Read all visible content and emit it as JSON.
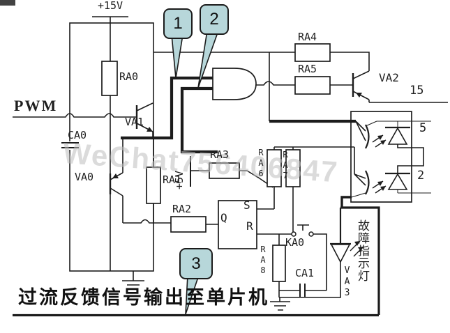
{
  "labels": {
    "v15": "+15V",
    "pwm": "PWM",
    "ra0": "RA0",
    "va1": "VA1",
    "ca0": "CA0",
    "va0": "VA0",
    "ra1": "RA1",
    "v5": "+5V",
    "ra2": "RA2",
    "ra3": "RA3",
    "ra4": "RA4",
    "ra5": "RA5",
    "va2": "VA2",
    "ra6": "RA6",
    "ra7": "RA7",
    "ra8": "RA8",
    "ka0": "KA0",
    "ca1": "CA1",
    "va3": "VA3",
    "flipflop_s": "S",
    "flipflop_r": "R",
    "flipflop_q": "Q",
    "pin15": "15",
    "pin5": "5",
    "pin2": "2",
    "fault_lamp": "故障指示灯",
    "caption": "过流反馈信号输出至单片机"
  },
  "callouts": [
    {
      "label": "1"
    },
    {
      "label": "2"
    },
    {
      "label": "3"
    }
  ],
  "watermark": "WeChat756406847",
  "colors": {
    "line": "#1c1c1c",
    "callout_fill": "#b7d7da",
    "background": "#ffffff",
    "watermark": "#bfbfbf"
  }
}
